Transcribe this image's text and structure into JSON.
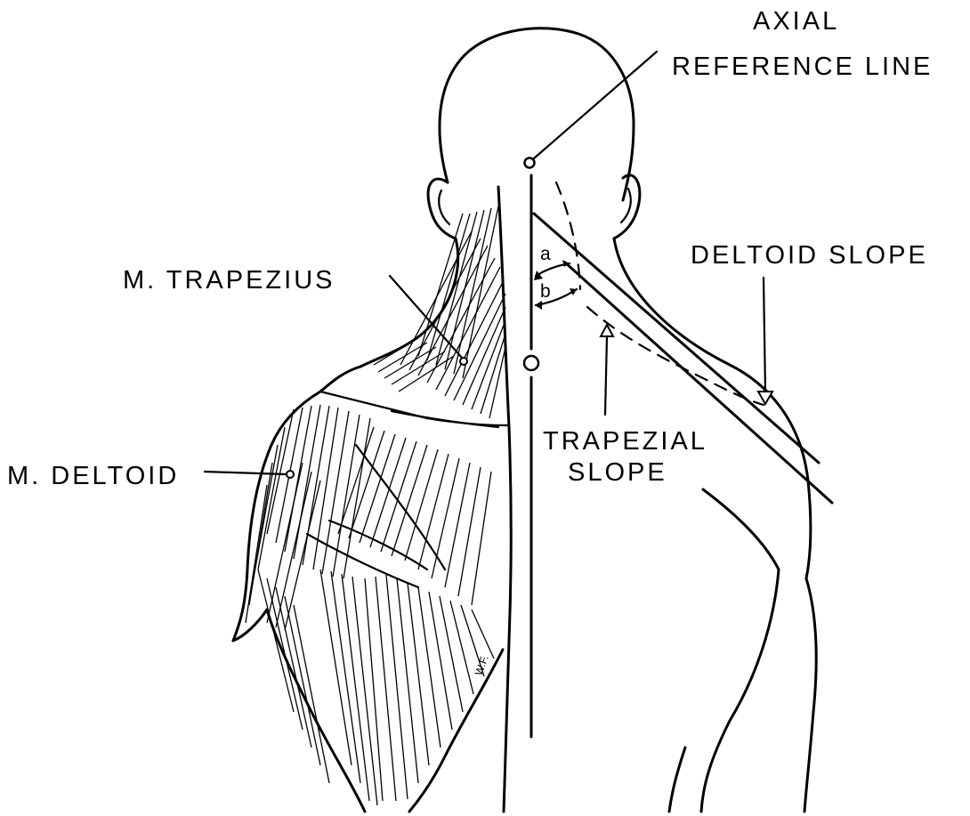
{
  "labels": {
    "axial_line_1": "AXIAL",
    "axial_line_2": "REFERENCE LINE",
    "deltoid_slope": "DELTOID SLOPE",
    "m_trapezius": "M. TRAPEZIUS",
    "m_deltoid": "M. DELTOID",
    "trapezial_line_1": "TRAPEZIAL",
    "trapezial_line_2": "SLOPE",
    "angle_a": "a",
    "angle_b": "b",
    "signature": "W.F."
  },
  "colors": {
    "ink": "#000000",
    "paper": "#ffffff"
  }
}
